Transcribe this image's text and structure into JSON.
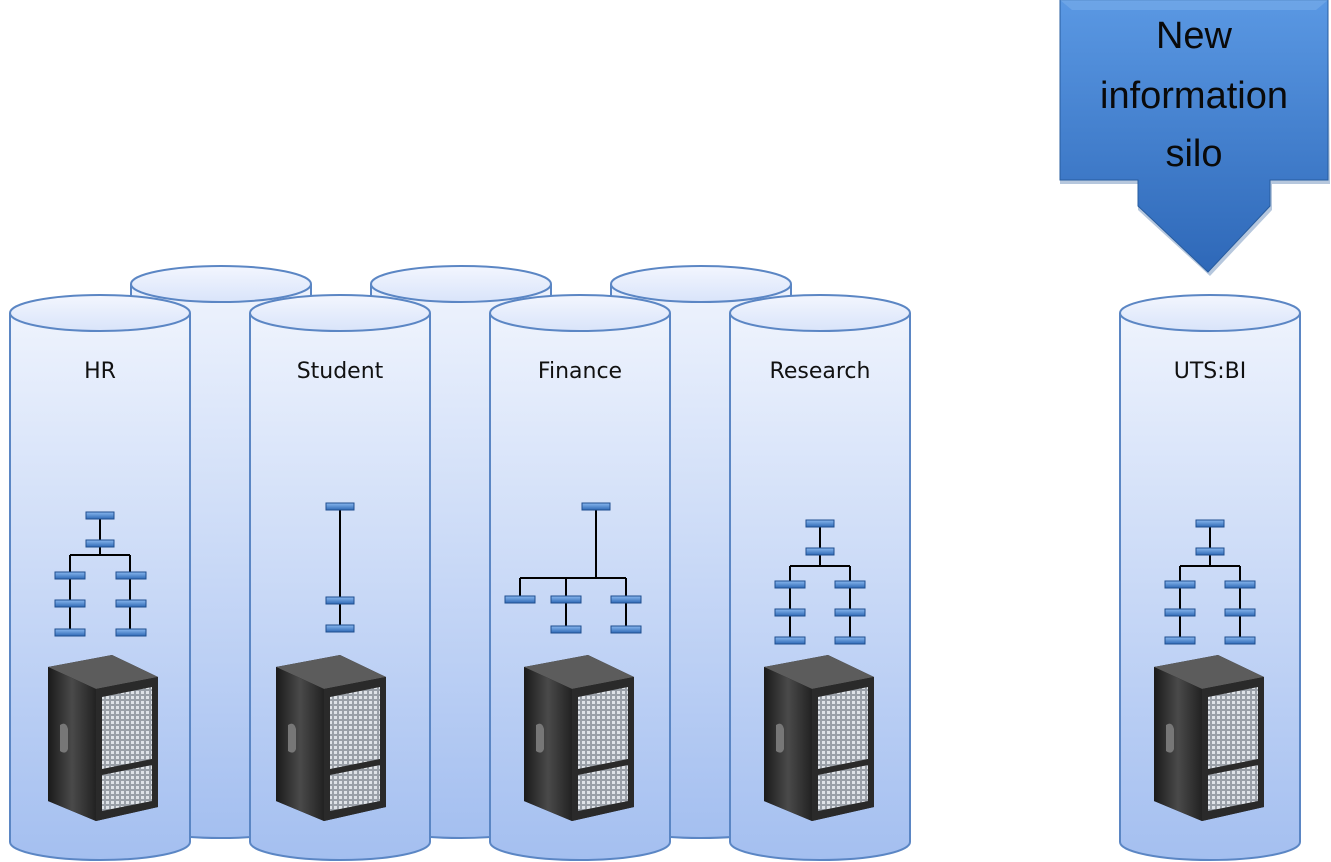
{
  "silos": [
    {
      "label": "HR"
    },
    {
      "label": "Student"
    },
    {
      "label": "Finance"
    },
    {
      "label": "Research"
    },
    {
      "label": "UTS:BI"
    }
  ],
  "arrow": {
    "lines": [
      "New",
      "information",
      "silo"
    ]
  },
  "colors": {
    "cylinder_fill_top": "#e8eefc",
    "cylinder_fill_bottom": "#a9c2f0",
    "cylinder_stroke": "#5b86c4",
    "arrow_fill": "#3f7fd1",
    "node_fill": "#4a86cf",
    "server_body": "#2b2b2b"
  }
}
